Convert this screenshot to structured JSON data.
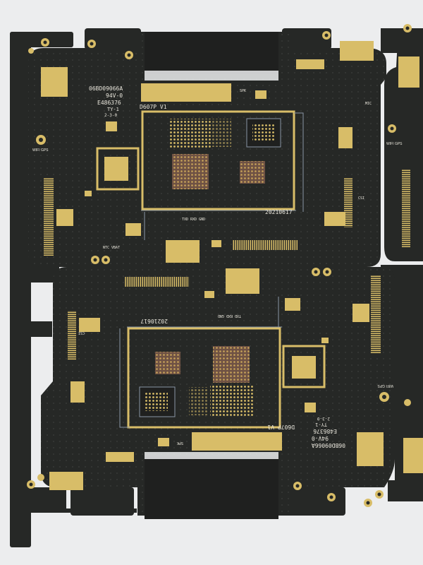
{
  "colors": {
    "background": "#ecedee",
    "board": "#262826",
    "board_dark": "#1b1c1b",
    "gold": "#d8bd68",
    "gold_dark": "#a88b3f",
    "copper": "#7a5a4a",
    "silkscreen": "#e9e6dc",
    "trace": "#8a96a6"
  },
  "top_board": {
    "part_number": "06BD09066A",
    "ul_rating": "94V-0",
    "file_number": "E486376",
    "ul_layer": "TY-1",
    "date_code": "2-3-0",
    "model": "D607P  V1",
    "date": "20210617",
    "antenna_label": "WIFI GPS",
    "debug_label": "TXD RXD GND",
    "small_labels": [
      "SPK",
      "MIC",
      "NTC VBAT",
      "CSI"
    ]
  },
  "bottom_board": {
    "part_number": "06BD09066A",
    "ul_rating": "94V-0",
    "file_number": "E486376",
    "ul_layer": "TY-1",
    "date_code": "2-3-0",
    "model": "D607P  V1",
    "date": "20210617",
    "antenna_label": "WIFI GPS",
    "debug_label": "TXD RXD GND",
    "small_labels": [
      "SPK",
      "CSI"
    ]
  },
  "right_board": {
    "antenna_label": "WIFI GPS"
  }
}
